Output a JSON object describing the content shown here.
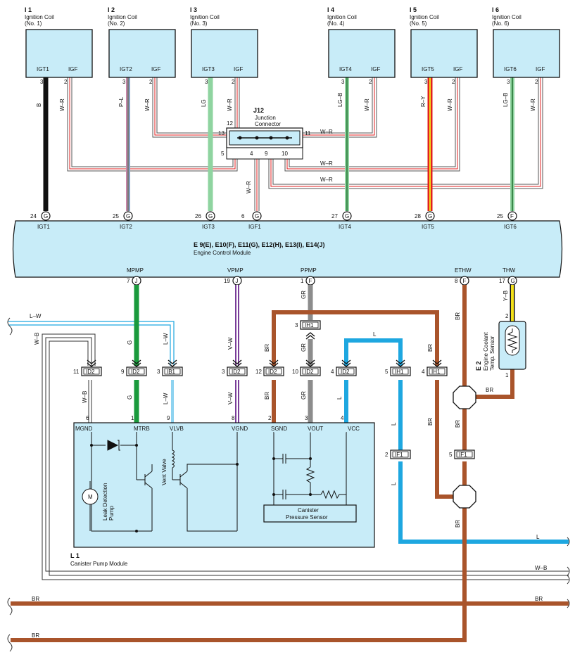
{
  "coils": [
    {
      "id": "I 1",
      "title": "Ignition Coil",
      "num": "(No. 1)",
      "igt": "IGT1",
      "igf": "IGF",
      "pin_igt": "3",
      "pin_igf": "2",
      "color_igt": "B",
      "color_igf": "W–R"
    },
    {
      "id": "I 2",
      "title": "Ignition Coil",
      "num": "(No. 2)",
      "igt": "IGT2",
      "igf": "IGF",
      "pin_igt": "3",
      "pin_igf": "2",
      "color_igt": "P–L",
      "color_igf": "W–R"
    },
    {
      "id": "I 3",
      "title": "Ignition Coil",
      "num": "(No. 3)",
      "igt": "IGT3",
      "igf": "IGF",
      "pin_igt": "3",
      "pin_igf": "2",
      "color_igt": "LG",
      "color_igf": "W–R"
    },
    {
      "id": "I 4",
      "title": "Ignition Coil",
      "num": "(No. 4)",
      "igt": "IGT4",
      "igf": "IGF",
      "pin_igt": "3",
      "pin_igf": "2",
      "color_igt": "LG–B",
      "color_igf": "W–R"
    },
    {
      "id": "I 5",
      "title": "Ignition Coil",
      "num": "(No. 5)",
      "igt": "IGT5",
      "igf": "IGF",
      "pin_igt": "3",
      "pin_igf": "2",
      "color_igt": "R–Y",
      "color_igf": "W–R"
    },
    {
      "id": "I 6",
      "title": "Ignition Coil",
      "num": "(No. 6)",
      "igt": "IGT6",
      "igf": "IGF",
      "pin_igt": "3",
      "pin_igf": "2",
      "color_igt": "LG–B",
      "color_igf": "W–R"
    }
  ],
  "junction": {
    "id": "J12",
    "line1": "Junction",
    "line2": "Connector",
    "pins": {
      "p12": "12",
      "p13": "13",
      "p11": "11",
      "p5": "5",
      "p4": "4",
      "p9": "9",
      "p10": "10"
    },
    "wire_labels": [
      "W–R",
      "W–R",
      "W–R",
      "W–R"
    ]
  },
  "ecm": {
    "title": "E 9(E), E10(F), E11(G), E12(H), E13(I), E14(J)",
    "subtitle": "Engine Control Module",
    "top_pins": [
      {
        "num": "24",
        "conn": "G",
        "label": "IGT1"
      },
      {
        "num": "25",
        "conn": "G",
        "label": "IGT2"
      },
      {
        "num": "26",
        "conn": "G",
        "label": "IGT3"
      },
      {
        "num": "6",
        "conn": "G",
        "label": "IGF1"
      },
      {
        "num": "27",
        "conn": "G",
        "label": "IGT4"
      },
      {
        "num": "28",
        "conn": "G",
        "label": "IGT5"
      },
      {
        "num": "25",
        "conn": "F",
        "label": "IGT6"
      }
    ],
    "bottom_pins": [
      {
        "num": "7",
        "conn": "J",
        "label": "MPMP"
      },
      {
        "num": "19",
        "conn": "J",
        "label": "VPMP"
      },
      {
        "num": "1",
        "conn": "F",
        "label": "PPMP"
      },
      {
        "num": "8",
        "conn": "F",
        "label": "ETHW"
      },
      {
        "num": "17",
        "conn": "G",
        "label": "THW"
      }
    ]
  },
  "wire_labels": {
    "lw_left": "L–W",
    "wb_left": "W–B",
    "g1": "G",
    "lw1": "L–W",
    "vw1": "V–W",
    "gr1": "GR",
    "br1": "BR",
    "l1": "L",
    "br_right": "BR",
    "br_mid": "BR",
    "yb": "Y–B",
    "br_sensor": "BR",
    "wb2": "W–B",
    "g2": "G",
    "lw2": "L–W",
    "vw2": "V–W",
    "br2": "BR",
    "gr2": "GR",
    "gr_ih": "GR",
    "l2": "L",
    "l3": "L",
    "br3": "BR",
    "br4": "BR",
    "br5": "BR",
    "l_bottom": "L",
    "wb_bottom": "W–B",
    "br_bus1_left": "BR",
    "br_bus1_right": "BR",
    "br_bus2_left": "BR"
  },
  "connectors": {
    "id2_a": {
      "pin": "11",
      "name": "ID2"
    },
    "id2_b": {
      "pin": "9",
      "name": "ID2"
    },
    "ib1": {
      "pin": "3",
      "name": "IB1"
    },
    "id2_c": {
      "pin": "3",
      "name": "ID2"
    },
    "id2_d": {
      "pin": "12",
      "name": "ID2"
    },
    "id2_e": {
      "pin": "10",
      "name": "ID2"
    },
    "id2_f": {
      "pin": "4",
      "name": "ID2"
    },
    "ih1_a": {
      "pin": "5",
      "name": "IH1"
    },
    "ih1_b": {
      "pin": "4",
      "name": "IH1"
    },
    "ih1_top": {
      "pin": "3",
      "name": "IH1"
    },
    "if1_a": {
      "pin": "2",
      "name": "IF1"
    },
    "if1_b": {
      "pin": "5",
      "name": "IF1"
    }
  },
  "sensor": {
    "id": "E 2",
    "line1": "Engine Coolant",
    "line2": "Temp. Sensor",
    "pin_top": "2",
    "pin_bottom": "1"
  },
  "pump_module": {
    "id": "L 1",
    "title": "Canister Pump Module",
    "pins": [
      {
        "num": "6",
        "label": "MGND"
      },
      {
        "num": "1",
        "label": "MTRB"
      },
      {
        "num": "9",
        "label": "VLVB"
      },
      {
        "num": "8",
        "label": "VGND"
      },
      {
        "num": "2",
        "label": "SGND"
      },
      {
        "num": "3",
        "label": "VOUT"
      },
      {
        "num": "4",
        "label": "VCC"
      }
    ],
    "motor": "M",
    "leak1": "Leak Detection",
    "leak2": "Pump",
    "vent": "Vent Valve",
    "sensor1": "Canister",
    "sensor2": "Pressure Sensor"
  },
  "colors": {
    "box_fill": "#c8ecf8",
    "black": "#111111",
    "green": "#1a9a3c",
    "lightgreen": "#8fd4a0",
    "purple": "#7a3d99",
    "gray": "#8c8c8c",
    "brown": "#a9542b",
    "blue": "#1ea7e0",
    "red": "#e02020",
    "yellow": "#f2e01a",
    "pink": "#e08ab8"
  }
}
